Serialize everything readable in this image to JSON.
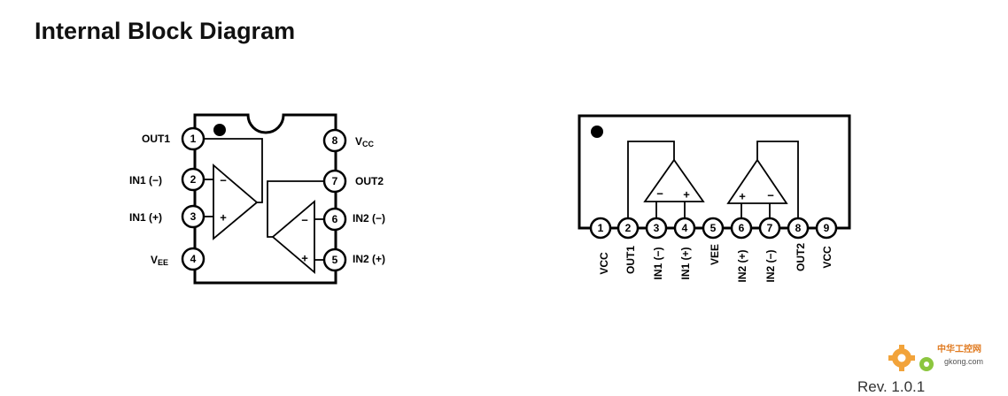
{
  "title": "Internal Block Diagram",
  "dip": {
    "pins_left": [
      {
        "num": "1",
        "label": "OUT1"
      },
      {
        "num": "2",
        "label": "IN1 (−)"
      },
      {
        "num": "3",
        "label": "IN1 (+)"
      },
      {
        "num": "4",
        "label": "VEE",
        "main": "V",
        "sub": "EE"
      }
    ],
    "pins_right": [
      {
        "num": "8",
        "label": "VCC",
        "main": "V",
        "sub": "CC"
      },
      {
        "num": "7",
        "label": "OUT2"
      },
      {
        "num": "6",
        "label": "IN2 (−)"
      },
      {
        "num": "5",
        "label": "IN2 (+)"
      }
    ]
  },
  "sip": {
    "pins": [
      {
        "num": "1",
        "label": "VCC"
      },
      {
        "num": "2",
        "label": "OUT1"
      },
      {
        "num": "3",
        "label": "IN1 (−)"
      },
      {
        "num": "4",
        "label": "IN1 (+)"
      },
      {
        "num": "5",
        "label": "VEE"
      },
      {
        "num": "6",
        "label": "IN2 (+)"
      },
      {
        "num": "7",
        "label": "IN2 (−)"
      },
      {
        "num": "8",
        "label": "OUT2"
      },
      {
        "num": "9",
        "label": "VCC"
      }
    ]
  },
  "opamp_signs": {
    "minus": "−",
    "plus": "+"
  },
  "footer": {
    "revision": "Rev. 1.0.1"
  },
  "watermark": {
    "brand": "中华工控网",
    "url": "gkong.com",
    "icon": "gear-icon"
  }
}
